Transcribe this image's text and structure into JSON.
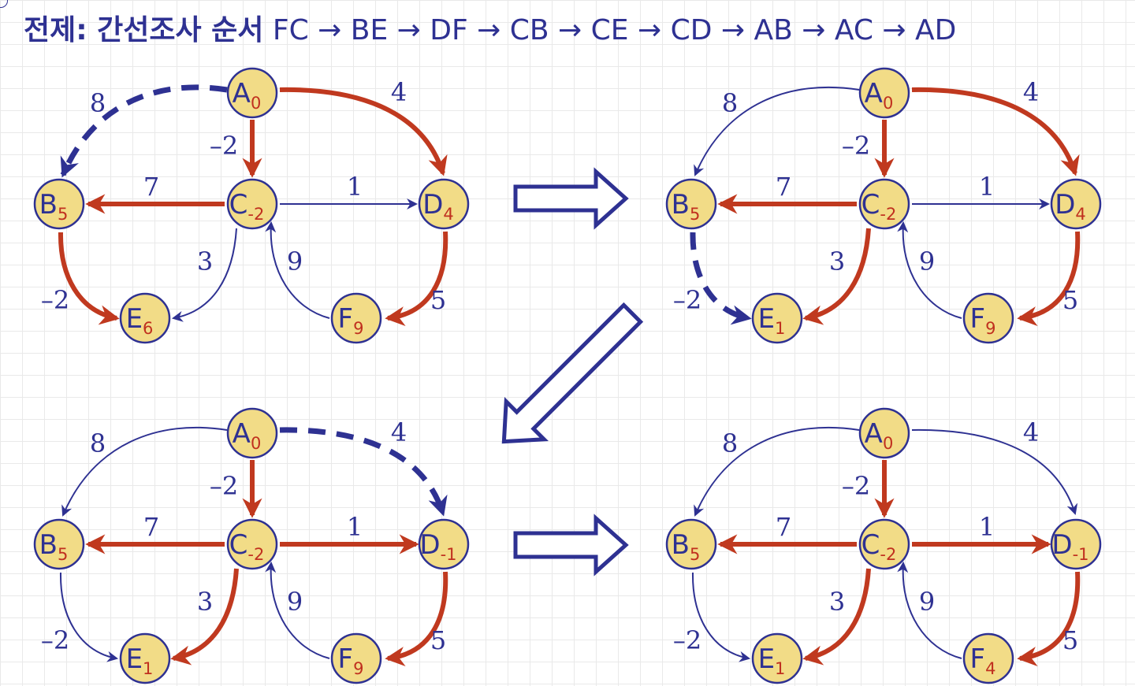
{
  "title": {
    "prefix": "전제: 간선조사 순서",
    "sequence": "FC → BE → DF → CB → CE → CD → AB → AC → AD"
  },
  "colors": {
    "tree_edge": "#c0391f",
    "edge": "#2e3192",
    "node_fill": "#f2dc87",
    "node_stroke": "#2e3192",
    "distance": "#c0301f",
    "step_arrow": "#2e3192"
  },
  "panels": [
    {
      "id": "p1",
      "dist": {
        "A": "0",
        "B": "5",
        "C": "-2",
        "D": "4",
        "E": "6",
        "F": "9"
      },
      "edges": [
        {
          "from": "A",
          "to": "B",
          "w": "8",
          "style": "dashed"
        },
        {
          "from": "A",
          "to": "D",
          "w": "4",
          "style": "tree"
        },
        {
          "from": "A",
          "to": "C",
          "w": "–2",
          "style": "tree"
        },
        {
          "from": "C",
          "to": "B",
          "w": "7",
          "style": "tree"
        },
        {
          "from": "C",
          "to": "D",
          "w": "1",
          "style": "thin"
        },
        {
          "from": "B",
          "to": "E",
          "w": "–2",
          "style": "tree"
        },
        {
          "from": "C",
          "to": "E",
          "w": "3",
          "style": "thin"
        },
        {
          "from": "F",
          "to": "C",
          "w": "9",
          "style": "thin"
        },
        {
          "from": "D",
          "to": "F",
          "w": "5",
          "style": "tree"
        }
      ]
    },
    {
      "id": "p2",
      "dist": {
        "A": "0",
        "B": "5",
        "C": "-2",
        "D": "4",
        "E": "1",
        "F": "9"
      },
      "edges": [
        {
          "from": "A",
          "to": "B",
          "w": "8",
          "style": "thin"
        },
        {
          "from": "A",
          "to": "D",
          "w": "4",
          "style": "tree"
        },
        {
          "from": "A",
          "to": "C",
          "w": "–2",
          "style": "tree"
        },
        {
          "from": "C",
          "to": "B",
          "w": "7",
          "style": "tree"
        },
        {
          "from": "C",
          "to": "D",
          "w": "1",
          "style": "thin"
        },
        {
          "from": "B",
          "to": "E",
          "w": "–2",
          "style": "dashed"
        },
        {
          "from": "C",
          "to": "E",
          "w": "3",
          "style": "tree"
        },
        {
          "from": "F",
          "to": "C",
          "w": "9",
          "style": "thin"
        },
        {
          "from": "D",
          "to": "F",
          "w": "5",
          "style": "tree"
        }
      ]
    },
    {
      "id": "p3",
      "dist": {
        "A": "0",
        "B": "5",
        "C": "-2",
        "D": "-1",
        "E": "1",
        "F": "9"
      },
      "edges": [
        {
          "from": "A",
          "to": "B",
          "w": "8",
          "style": "thin"
        },
        {
          "from": "A",
          "to": "D",
          "w": "4",
          "style": "dashed"
        },
        {
          "from": "A",
          "to": "C",
          "w": "–2",
          "style": "tree"
        },
        {
          "from": "C",
          "to": "B",
          "w": "7",
          "style": "tree"
        },
        {
          "from": "C",
          "to": "D",
          "w": "1",
          "style": "tree"
        },
        {
          "from": "B",
          "to": "E",
          "w": "–2",
          "style": "thin"
        },
        {
          "from": "C",
          "to": "E",
          "w": "3",
          "style": "tree"
        },
        {
          "from": "F",
          "to": "C",
          "w": "9",
          "style": "thin"
        },
        {
          "from": "D",
          "to": "F",
          "w": "5",
          "style": "tree"
        }
      ]
    },
    {
      "id": "p4",
      "dist": {
        "A": "0",
        "B": "5",
        "C": "-2",
        "D": "-1",
        "E": "1",
        "F": "4"
      },
      "edges": [
        {
          "from": "A",
          "to": "B",
          "w": "8",
          "style": "thin"
        },
        {
          "from": "A",
          "to": "D",
          "w": "4",
          "style": "thin"
        },
        {
          "from": "A",
          "to": "C",
          "w": "–2",
          "style": "tree"
        },
        {
          "from": "C",
          "to": "B",
          "w": "7",
          "style": "tree"
        },
        {
          "from": "C",
          "to": "D",
          "w": "1",
          "style": "tree"
        },
        {
          "from": "B",
          "to": "E",
          "w": "–2",
          "style": "thin"
        },
        {
          "from": "C",
          "to": "E",
          "w": "3",
          "style": "tree"
        },
        {
          "from": "F",
          "to": "C",
          "w": "9",
          "style": "thin"
        },
        {
          "from": "D",
          "to": "F",
          "w": "5",
          "style": "tree"
        }
      ]
    }
  ]
}
